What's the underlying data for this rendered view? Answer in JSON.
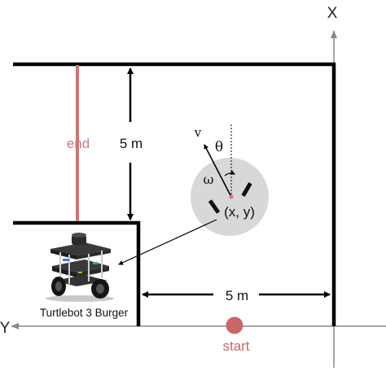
{
  "axes": {
    "x_label": "X",
    "y_label": "Y"
  },
  "dimensions": {
    "vertical": "5 m",
    "horizontal": "5 m"
  },
  "markers": {
    "end": "end",
    "start": "start",
    "end_color": "#c97778",
    "start_color": "#c9676a"
  },
  "robot": {
    "name": "Turtlebot 3 Burger",
    "pose_label": "(x, y)",
    "velocity_label": "v",
    "heading_label": "θ",
    "angular_label": "ω",
    "center_color": "#e27070"
  },
  "colors": {
    "wall": "#000000",
    "axis": "#8a8a8a",
    "callout_fill": "#d8d8d8"
  }
}
